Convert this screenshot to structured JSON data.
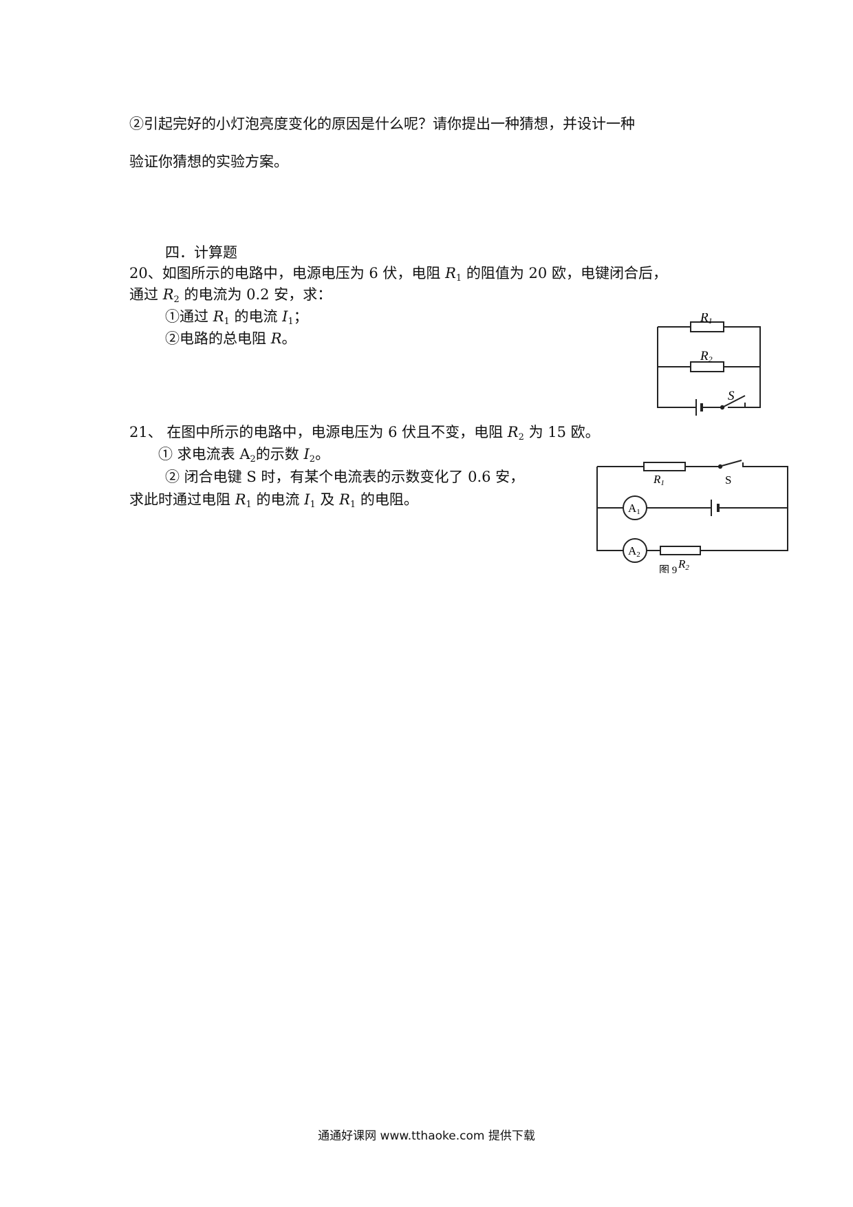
{
  "q19_part2": {
    "line1": "②引起完好的小灯泡亮度变化的原因是什么呢？请你提出一种猜想，并设计一种",
    "line2": "验证你猜想的实验方案。"
  },
  "section4": {
    "title": "四．计算题"
  },
  "q20": {
    "line1": {
      "a": "20、如图所示的电路中，电源电压为 6 伏，电阻 ",
      "var": "R",
      "sub": "1",
      "b": " 的阻值为 20 欧，电键闭合后，"
    },
    "line2": {
      "a": "通过 ",
      "var": "R",
      "sub": "2",
      "b": " 的电流为 0.2 安，求："
    },
    "sub1": {
      "a": "①通过 ",
      "var": "R",
      "sub": "1",
      "b": " 的电流 ",
      "var2": "I",
      "sub2": "1",
      "c": "；"
    },
    "sub2": {
      "a": "②电路的总电阻 ",
      "var": "R",
      "c": "。"
    },
    "diagram": {
      "r1_var": "R",
      "r1_sub": "1",
      "r2_var": "R",
      "r2_sub": "2",
      "switch_label": "S"
    }
  },
  "q21": {
    "line1": {
      "a": "21、 在图中所示的电路中，电源电压为 6 伏且不变，电阻 ",
      "var": "R",
      "sub": "2",
      "b": " 为 15 欧。"
    },
    "sub1": {
      "a": "① 求电流表 A",
      "sub": "2",
      "b": "的示数 ",
      "var": "I",
      "sub2": "2",
      "c": "。"
    },
    "sub2": {
      "a": "② 闭合电键 S 时，有某个电流表的示数变化了 0.6 安，"
    },
    "line4": {
      "a": "求此时通过电阻 ",
      "var": "R",
      "sub": "1",
      "b": " 的电流 ",
      "var2": "I",
      "sub2": "1",
      "c": " 及 ",
      "var3": "R",
      "sub3": "1",
      "d": " 的电阻。"
    },
    "diagram": {
      "r1_var": "R",
      "r1_sub": "1",
      "switch_label": "S",
      "a1_main": "A",
      "a1_sub": "1",
      "a2_main": "A",
      "a2_sub": "2",
      "r2_var": "R",
      "r2_sub": "2",
      "fig_caption": "图 9"
    }
  },
  "footer": {
    "text": "通通好课网 www.tthaoke.com 提供下载"
  }
}
